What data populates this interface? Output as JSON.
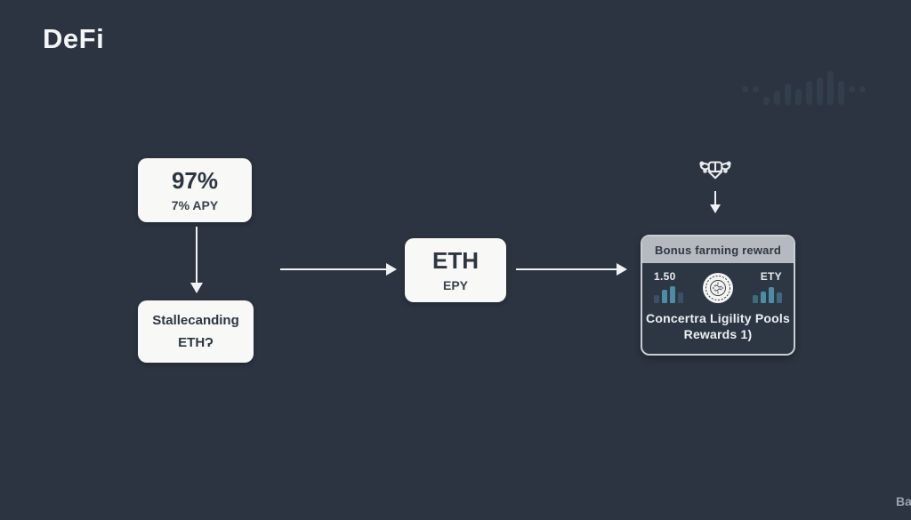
{
  "page": {
    "title": "DeFi",
    "corner_text": "Ba",
    "background_color": "#2b3440",
    "arrow_color": "#f1f2f4"
  },
  "flow": {
    "box_apy": {
      "line1": "97%",
      "line2": "7% APY"
    },
    "box_staking": {
      "line1": "Stallecanding",
      "line2": "ETHɁ"
    },
    "box_eth": {
      "line1": "ETH",
      "line2": "EPY"
    }
  },
  "reward_card": {
    "header": "Bonus farming reward",
    "left_stat": "1.50",
    "right_stat": "ETY",
    "caption_line1": "Concertra Ligility Pools",
    "caption_line2": "Rewards 1)",
    "border_color": "#c9cdd3",
    "header_bg": "#b5bac1",
    "accent_teal": "#4c8da4",
    "accent_dim_blue": "#3a5064"
  },
  "chart_data": [
    {
      "type": "bar",
      "name": "reward-card-left-mini-chart",
      "values": [
        9,
        15,
        19,
        12
      ],
      "colors": [
        "#3a5064",
        "#4c8da4",
        "#4c8da4",
        "#3a5064"
      ],
      "title": "",
      "xlabel": "",
      "ylabel": ""
    },
    {
      "type": "bar",
      "name": "reward-card-right-mini-chart",
      "values": [
        9,
        13,
        18,
        12
      ],
      "colors": [
        "#3f6a7d",
        "#4c8da4",
        "#4c8da4",
        "#3f6a7d"
      ],
      "title": "",
      "xlabel": "",
      "ylabel": ""
    },
    {
      "type": "bar",
      "name": "watermark-equalizer",
      "values": [
        9,
        16,
        24,
        18,
        27,
        31,
        38,
        27
      ],
      "color": "#333e4c",
      "title": "",
      "xlabel": "",
      "ylabel": ""
    }
  ],
  "mini_charts": {
    "left": {
      "heights": [
        9,
        15,
        19,
        12
      ],
      "colors": [
        "#3a5064",
        "#4c8da4",
        "#4c8da4",
        "#3a5064"
      ]
    },
    "right": {
      "heights": [
        9,
        13,
        18,
        12
      ],
      "colors": [
        "#3f6a7d",
        "#4c8da4",
        "#4c8da4",
        "#3f6a7d"
      ]
    }
  },
  "watermark": {
    "bars": {
      "heights": [
        9,
        16,
        24,
        18,
        27,
        31,
        38,
        27
      ],
      "color": "#333e4c"
    },
    "side_dots": {
      "count": 2,
      "color": "#333e4c"
    }
  },
  "icons": {
    "badge": "ornate-crown-badge-icon",
    "coin": "coin-emblem-icon"
  }
}
